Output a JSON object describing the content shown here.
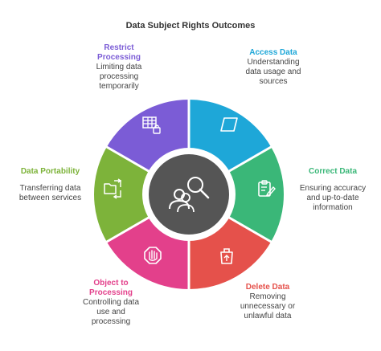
{
  "title": "Data Subject Rights Outcomes",
  "segments": [
    {
      "id": "access-data",
      "heading": "Access Data",
      "description": "Understanding\ndata usage and\nsources",
      "color": "#1EA7D8",
      "icon": "document-icon"
    },
    {
      "id": "correct-data",
      "heading": "Correct Data",
      "description": "Ensuring accuracy\nand up-to-date\ninformation",
      "color": "#3AB778",
      "icon": "clipboard-edit-icon"
    },
    {
      "id": "delete-data",
      "heading": "Delete Data",
      "description": "Removing\nunnecessary or\nunlawful data",
      "color": "#E5514B",
      "icon": "trash-icon"
    },
    {
      "id": "object-to-processing",
      "heading": "Object to\nProcessing",
      "description": "Controlling data\nuse and\nprocessing",
      "color": "#E3408B",
      "icon": "stop-hand-icon"
    },
    {
      "id": "data-portability",
      "heading": "Data Portability",
      "description": "Transferring data\nbetween services",
      "color": "#7DB33A",
      "icon": "folder-transfer-icon"
    },
    {
      "id": "restrict-processing",
      "heading": "Restrict\nProcessing",
      "description": "Limiting data\nprocessing\ntemporarily",
      "color": "#7B5CD6",
      "icon": "table-lock-icon"
    }
  ],
  "center": {
    "icon": "user-search-icon",
    "color": "#555555"
  }
}
